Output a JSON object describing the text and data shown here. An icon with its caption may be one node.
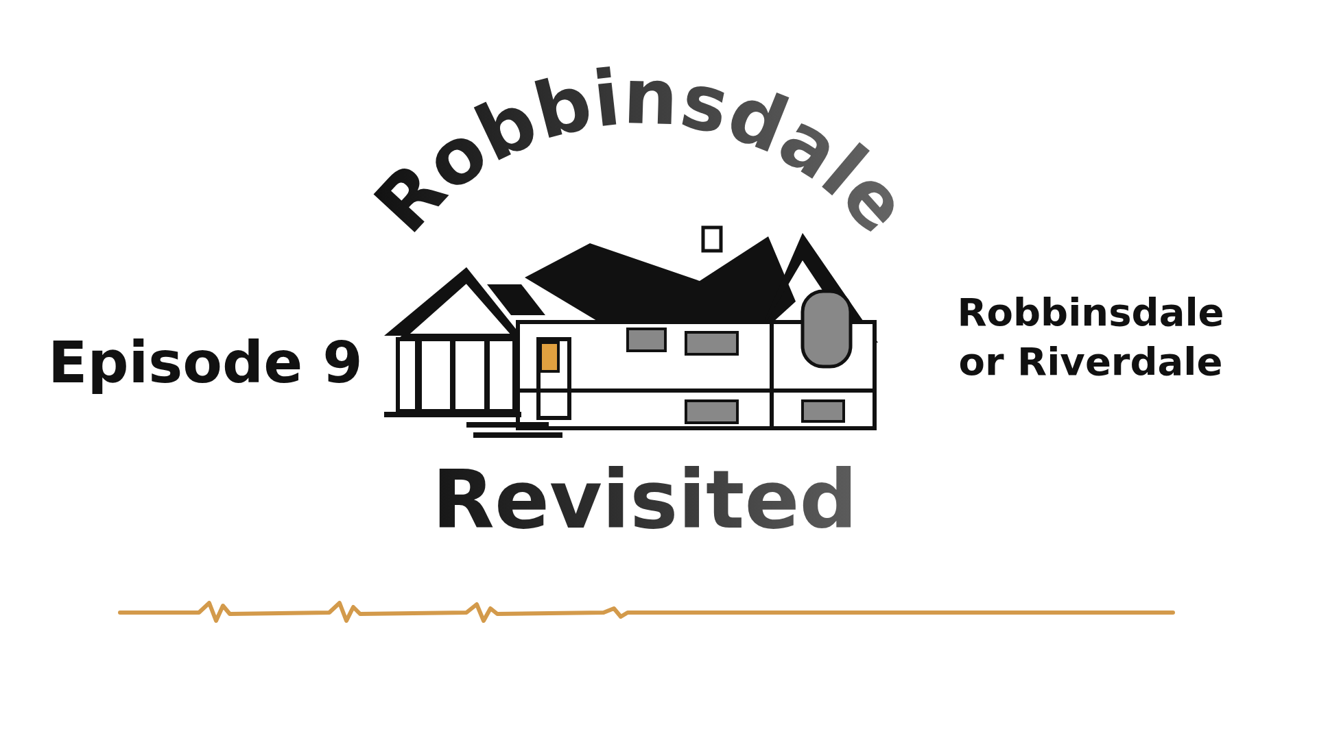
{
  "diagram": {
    "labels": [
      "Robbinsdale",
      "Episode 9",
      "Robbinsdale or Riverdale",
      "Revisited"
    ]
  }
}
